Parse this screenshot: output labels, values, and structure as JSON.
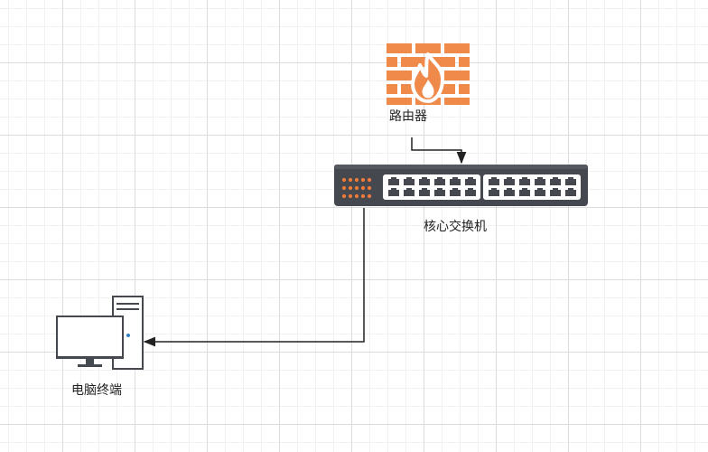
{
  "diagram": {
    "router": {
      "label": "路由器",
      "icon": "firewall-icon",
      "color": "#ef8a4b"
    },
    "switch": {
      "label": "核心交换机",
      "icon": "switch-icon",
      "body_color": "#45484f",
      "port_led_color": "#ef7a3a"
    },
    "computer": {
      "label": "电脑终端",
      "icon": "desktop-computer-icon"
    },
    "connections": [
      {
        "from": "router",
        "to": "switch"
      },
      {
        "from": "switch",
        "to": "computer"
      }
    ]
  }
}
